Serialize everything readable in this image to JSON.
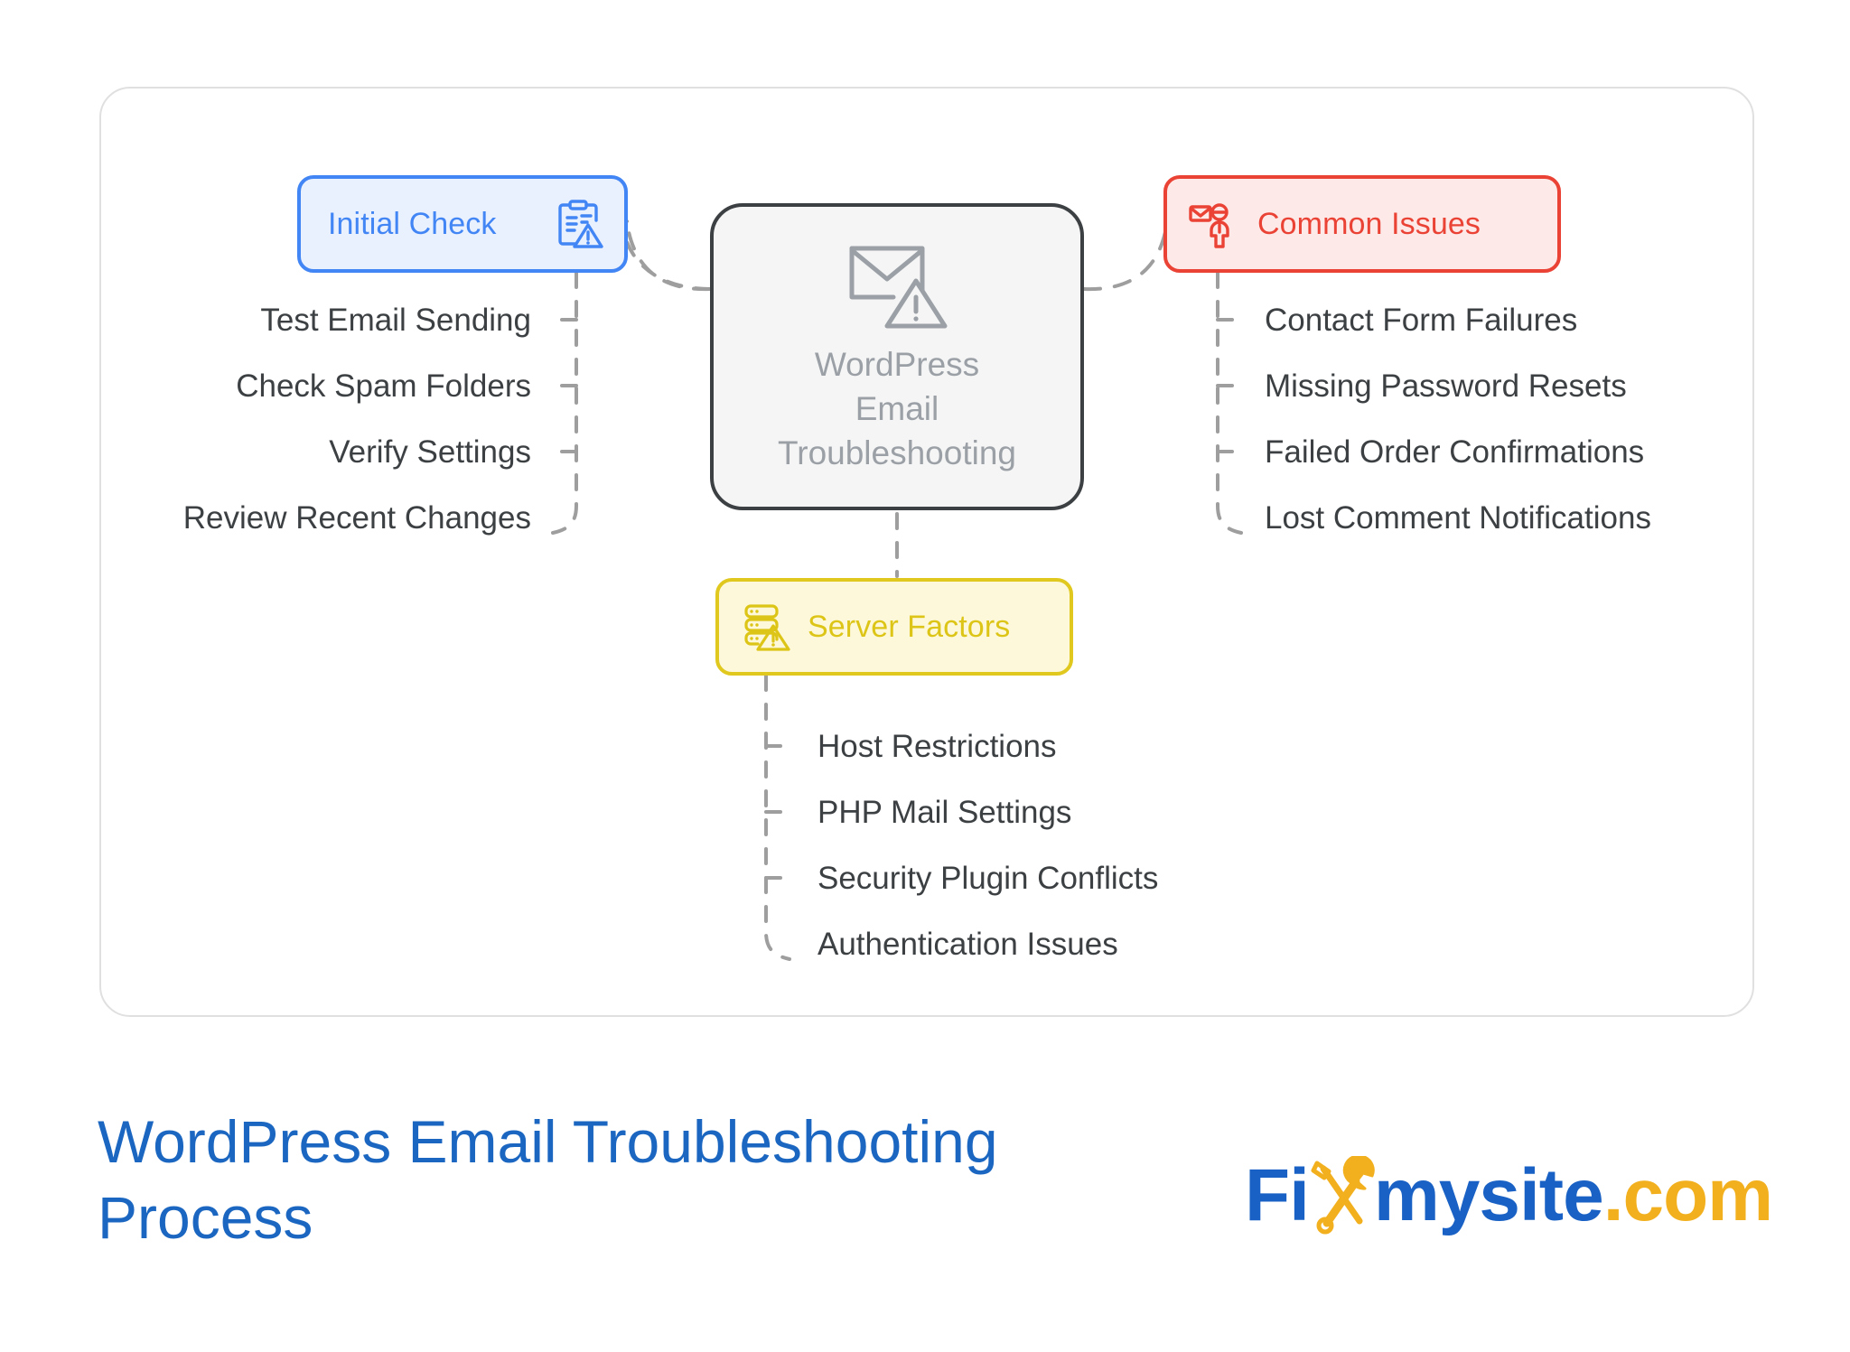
{
  "diagram": {
    "type": "mindmap",
    "center_node": {
      "label_lines": [
        "WordPress",
        "Email",
        "Troubleshooting"
      ],
      "label": "WordPress Email Troubleshooting",
      "icon": "envelope-warning-icon",
      "border_color": "#3c4043",
      "fill_color": "#f5f5f5",
      "text_color": "#9aa0a6"
    },
    "branches": [
      {
        "id": "initial-check",
        "label": "Initial Check",
        "icon": "clipboard-warning-icon",
        "icon_position": "right",
        "accent_color": "#4285f4",
        "fill_color": "#eaf1fe",
        "side": "left",
        "items": [
          "Test Email Sending",
          "Check Spam Folders",
          "Verify Settings",
          "Review Recent Changes"
        ]
      },
      {
        "id": "common-issues",
        "label": "Common Issues",
        "icon": "mail-person-icon",
        "icon_position": "left",
        "accent_color": "#ea4335",
        "fill_color": "#fde9e8",
        "side": "right",
        "items": [
          "Contact Form Failures",
          "Missing Password Resets",
          "Failed Order Confirmations",
          "Lost Comment Notifications"
        ]
      },
      {
        "id": "server-factors",
        "label": "Server Factors",
        "icon": "server-warning-icon",
        "icon_position": "left",
        "accent_color": "#ddc517",
        "fill_color": "#fdf8d9",
        "side": "bottom",
        "items": [
          "Host Restrictions",
          "PHP Mail Settings",
          "Security Plugin Conflicts",
          "Authentication Issues"
        ]
      }
    ],
    "connector_style": "dashed",
    "connector_color": "#9e9e9e"
  },
  "caption": {
    "title": "WordPress Email Troubleshooting Process",
    "title_color": "#1a66c0"
  },
  "logo": {
    "part_1": "Fi",
    "icon": "wrench-screwdriver-cross-icon",
    "part_2": "mysite",
    "part_3": ".com",
    "blue": "#1961c4",
    "yellow": "#f2b01e"
  }
}
